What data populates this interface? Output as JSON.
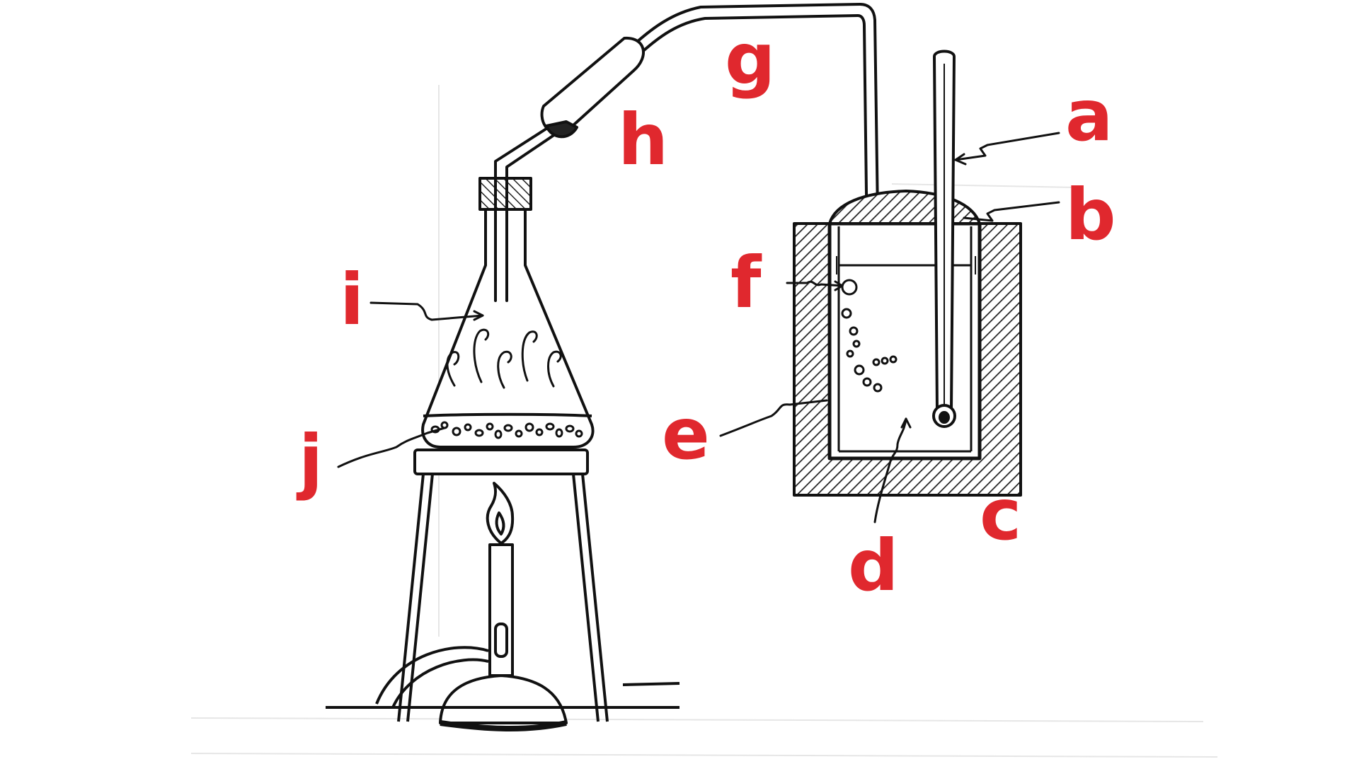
{
  "diagram": {
    "colors": {
      "label": "#e0282e",
      "ink": "#111111",
      "paper": "#ffffff"
    },
    "labels": {
      "a": "a",
      "b": "b",
      "c": "c",
      "d": "d",
      "e": "e",
      "f": "f",
      "g": "g",
      "h": "h",
      "i": "i",
      "j": "j"
    }
  }
}
